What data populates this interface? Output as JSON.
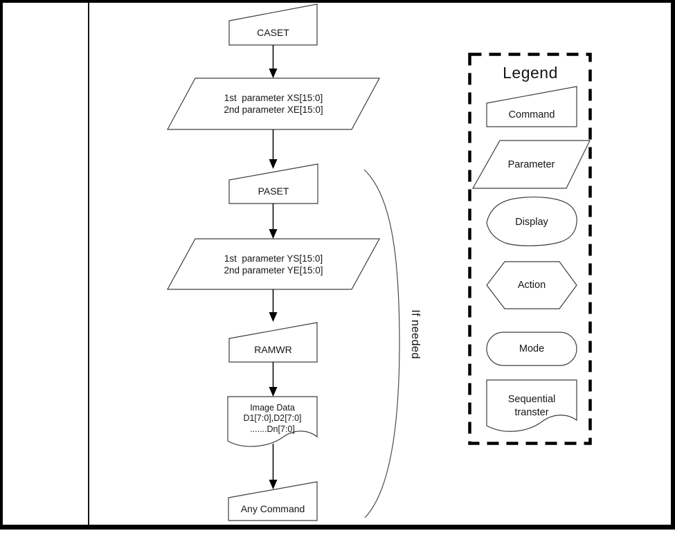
{
  "flowchart": {
    "caset": {
      "label": "CASET",
      "shape": "command"
    },
    "param_x": {
      "shape": "parameter",
      "line1": "1st  parameter XS[15:0]",
      "line2": "2nd parameter XE[15:0]"
    },
    "paset": {
      "label": "PASET",
      "shape": "command"
    },
    "param_y": {
      "shape": "parameter",
      "line1": "1st  parameter YS[15:0]",
      "line2": "2nd parameter YE[15:0]"
    },
    "ramwr": {
      "label": "RAMWR",
      "shape": "command"
    },
    "image_data": {
      "shape": "sequential-transfer",
      "line1": "Image Data",
      "line2": "D1[7:0],D2[7:0]",
      "line3": ".......Dn[7:0]"
    },
    "any_command": {
      "label": "Any Command",
      "shape": "command"
    },
    "if_needed_label": "If needed"
  },
  "legend": {
    "title": "Legend",
    "items": [
      {
        "shape": "command",
        "label": "Command"
      },
      {
        "shape": "parameter",
        "label": "Parameter"
      },
      {
        "shape": "display",
        "label": "Display"
      },
      {
        "shape": "action",
        "label": "Action"
      },
      {
        "shape": "mode",
        "label": "Mode"
      },
      {
        "shape": "sequential-transfer",
        "label_line1": "Sequential",
        "label_line2": "transter"
      }
    ]
  },
  "colors": {
    "ink": "#000000",
    "shape_stroke": "#3d3d3d",
    "background": "#ffffff"
  }
}
